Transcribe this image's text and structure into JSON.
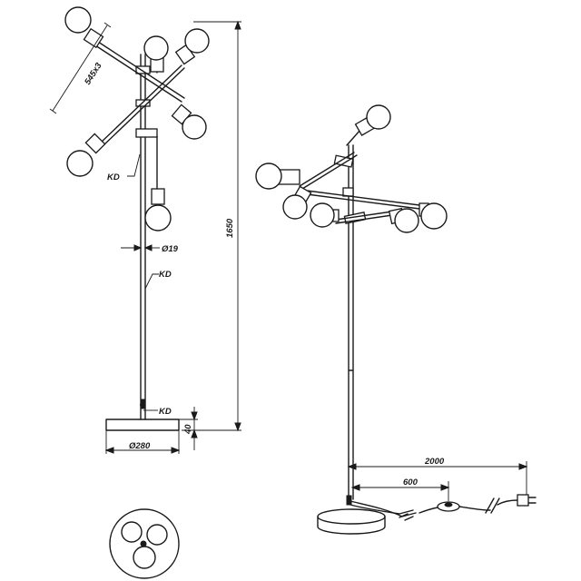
{
  "labels": {
    "arm_length": "545x3",
    "total_height": "1650",
    "pole_diameter": "Ø19",
    "base_height": "40",
    "base_diameter": "Ø280",
    "kd": "KD",
    "cable_length": "2000",
    "switch_distance": "600"
  },
  "colors": {
    "line": "#1a1a1a",
    "background": "#ffffff"
  }
}
